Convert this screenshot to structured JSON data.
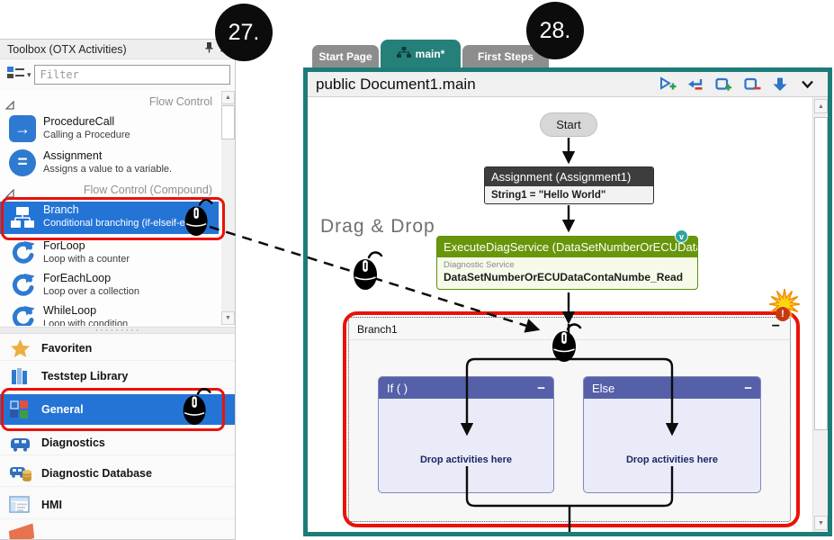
{
  "callouts": {
    "left": "27.",
    "right": "28."
  },
  "drag_drop_label": "Drag & Drop",
  "toolbox": {
    "title": "Toolbox (OTX Activities)",
    "filter_placeholder": "Filter",
    "sections": {
      "flow": "Flow Control",
      "compound": "Flow Control (Compound)"
    },
    "items_flow": [
      {
        "title": "ProcedureCall",
        "desc": "Calling a Procedure"
      },
      {
        "title": "Assignment",
        "desc": "Assigns a value to a variable."
      }
    ],
    "items_compound": [
      {
        "title": "Branch",
        "desc": "Conditional branching (if-elseif-else)"
      },
      {
        "title": "ForLoop",
        "desc": "Loop with a counter"
      },
      {
        "title": "ForEachLoop",
        "desc": "Loop over a collection"
      },
      {
        "title": "WhileLoop",
        "desc": "Loop with condition"
      }
    ],
    "categories": [
      {
        "label": "Favoriten"
      },
      {
        "label": "Teststep Library"
      },
      {
        "label": "General"
      },
      {
        "label": "Diagnostics"
      },
      {
        "label": "Diagnostic Database"
      },
      {
        "label": "HMI"
      }
    ]
  },
  "editor": {
    "tabs": [
      {
        "label": "Start Page"
      },
      {
        "label": "main*"
      },
      {
        "label": "First Steps"
      }
    ],
    "doc_title": "public Document1.main",
    "flow": {
      "start_label": "Start",
      "assignment": {
        "header": "Assignment (Assignment1)",
        "body": "String1 = \"Hello World\""
      },
      "diag_service": {
        "header": "ExecuteDiagService (DataSetNumberOrECUData...",
        "type_label": "Diagnostic Service",
        "body": "DataSetNumberOrECUDataContaNumbe_Read",
        "badge": "v"
      },
      "branch": {
        "title": "Branch1",
        "collapse": "−",
        "error_mark": "!",
        "if_header": "If ( )",
        "else_header": "Else",
        "drop_hint": "Drop activities here"
      }
    }
  },
  "colors": {
    "accent_teal": "#1d7c78",
    "selection_blue": "#2474d6",
    "annotation_red": "#ea1208",
    "diag_green": "#68960a",
    "branch_purple": "#5560a8"
  }
}
